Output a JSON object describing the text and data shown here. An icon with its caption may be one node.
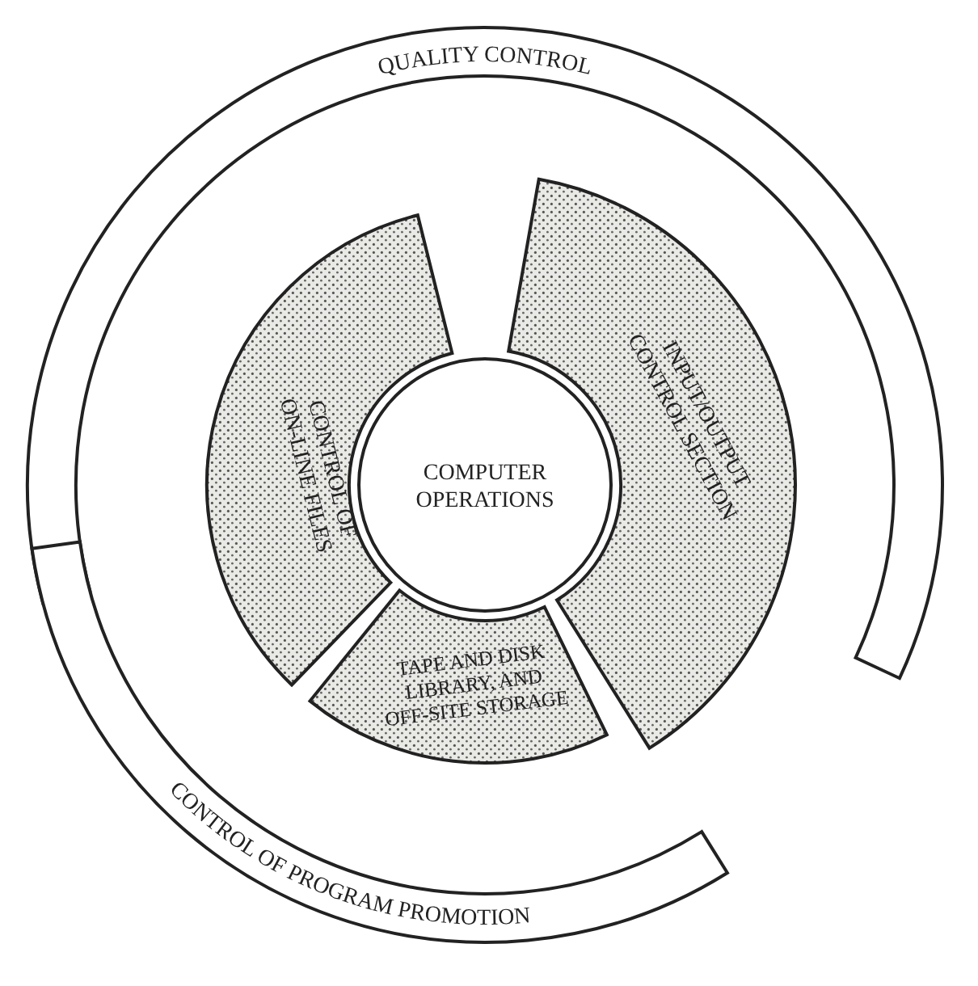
{
  "diagram": {
    "nodes": [
      {
        "text": [
          "QUALITY CONTROL"
        ]
      },
      {
        "text": [
          "INPUT/OUTPUT CONTROL SECTION"
        ]
      },
      {
        "text": [
          "CONTROL OF ON-LINE FILES"
        ]
      },
      {
        "text": [
          "COMPUTER OPERATIONS"
        ]
      },
      {
        "text": [
          "TAPE AND DISK LIBRARY, AND OFF-SITE STORAGE"
        ]
      },
      {
        "text": [
          "CONTROL OF PROGRAM PROMOTION"
        ]
      }
    ]
  }
}
